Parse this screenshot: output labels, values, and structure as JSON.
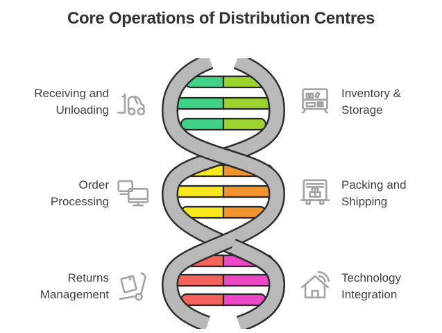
{
  "title": "Core Operations of Distribution Centres",
  "items": [
    {
      "line1": "Receiving and",
      "line2": "Unloading",
      "icon": "forklift"
    },
    {
      "line1": "Inventory &",
      "line2": "Storage",
      "icon": "storage-shelf"
    },
    {
      "line1": "Order",
      "line2": "Processing",
      "icon": "computer-monitors"
    },
    {
      "line1": "Packing and",
      "line2": "Shipping",
      "icon": "shipping-container-truck"
    },
    {
      "line1": "Returns",
      "line2": "Management",
      "icon": "hand-truck"
    },
    {
      "line1": "Technology",
      "line2": "Integration",
      "icon": "smart-home-wifi"
    }
  ],
  "helix": {
    "strand_color": "#b9b9b9",
    "outline_color": "#2e2e2e",
    "rung_outline_color": "#272727",
    "colors": {
      "green": "#42d287",
      "lime": "#9cd32f",
      "yellow": "#f9e71d",
      "orange": "#f0952e",
      "red": "#f4635a",
      "magenta": "#ed49c6"
    }
  },
  "text_color": "#3f3f3f",
  "icon_color": "#a2a2a2"
}
